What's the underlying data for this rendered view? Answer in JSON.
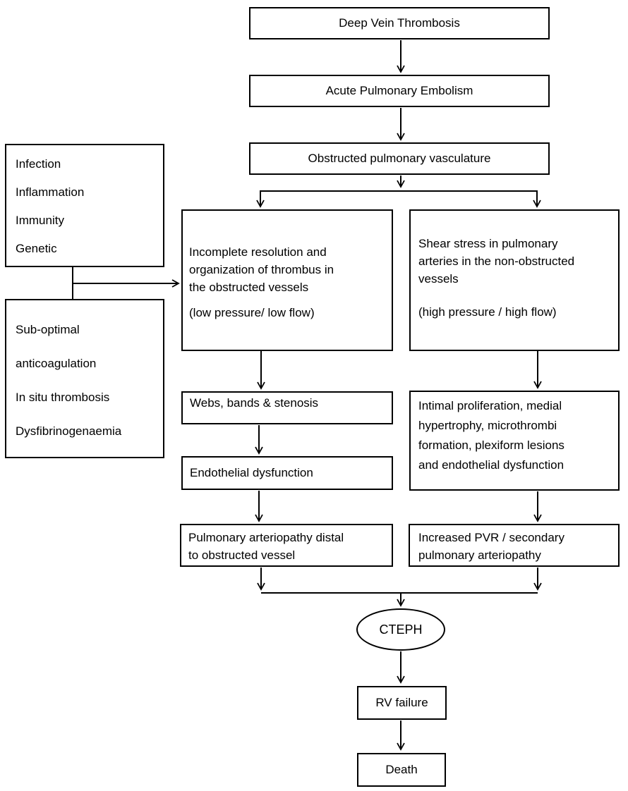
{
  "diagram": {
    "title_hint": "CTEPH pathogenesis flowchart",
    "colors": {
      "background": "#ffffff",
      "box_fill": "#ffffff",
      "box_border": "#000000",
      "text": "#000000",
      "arrow": "#000000"
    },
    "nodes": {
      "dvt": {
        "label": "Deep Vein Thrombosis"
      },
      "ape": {
        "label": "Acute Pulmonary Embolism"
      },
      "opv": {
        "label": "Obstructed pulmonary vasculature"
      },
      "risk_top": {
        "lines": [
          "Infection",
          "Inflammation",
          "Immunity",
          "Genetic"
        ]
      },
      "risk_bottom": {
        "lines": [
          "Sub-optimal",
          "anticoagulation",
          "In situ thrombosis",
          "Dysfibrinogenaemia"
        ]
      },
      "incomplete": {
        "lines": [
          "Incomplete resolution and",
          "organization of thrombus in",
          "the obstructed vessels"
        ],
        "note": "(low pressure/ low flow)"
      },
      "shear": {
        "lines": [
          "Shear stress in pulmonary",
          "arteries in the non-obstructed",
          "vessels"
        ],
        "note": "(high pressure / high flow)"
      },
      "webs": {
        "label": "Webs, bands & stenosis"
      },
      "endothelial": {
        "label": "Endothelial dysfunction"
      },
      "intimal": {
        "lines": [
          "Intimal proliferation, medial",
          "hypertrophy, microthrombi",
          "formation, plexiform lesions",
          "and endothelial dysfunction"
        ]
      },
      "arteriopathy": {
        "lines": [
          "Pulmonary arteriopathy distal",
          "to obstructed vessel"
        ]
      },
      "pvr": {
        "lines": [
          "Increased PVR / secondary",
          "pulmonary arteriopathy"
        ]
      },
      "cteph": {
        "label": "CTEPH"
      },
      "rv": {
        "label": "RV failure"
      },
      "death": {
        "label": "Death"
      }
    }
  }
}
